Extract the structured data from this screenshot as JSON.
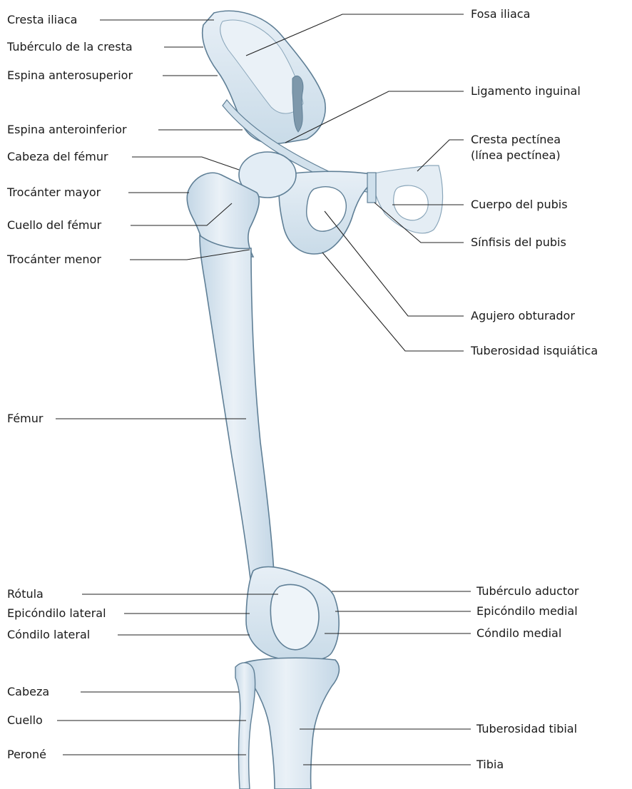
{
  "left_labels": {
    "cresta_iliaca": "Cresta iliaca",
    "tuberculo_cresta": "Tubérculo de la cresta",
    "espina_anterosuperior": "Espina anterosuperior",
    "espina_anteroinferior": "Espina anteroinferior",
    "cabeza_femur": "Cabeza del fémur",
    "trocanter_mayor": "Trocánter mayor",
    "cuello_femur": "Cuello del fémur",
    "trocanter_menor": "Trocánter menor",
    "femur": "Fémur",
    "rotula": "Rótula",
    "epicondilo_lateral": "Epicóndilo lateral",
    "condilo_lateral": "Cóndilo lateral",
    "cabeza": "Cabeza",
    "cuello": "Cuello",
    "perone": "Peroné"
  },
  "right_labels": {
    "fosa_iliaca": "Fosa iliaca",
    "ligamento_inguinal": "Ligamento inguinal",
    "cresta_pectinea_1": "Cresta pectínea",
    "cresta_pectinea_2": "(línea pectínea)",
    "cuerpo_pubis": "Cuerpo del pubis",
    "sinfisis_pubis": "Sínfisis del pubis",
    "agujero_obturador": "Agujero obturador",
    "tuberosidad_isquiatica": "Tuberosidad isquiática",
    "tuberculo_aductor": "Tubérculo aductor",
    "epicondilo_medial": "Epicóndilo medial",
    "condilo_medial": "Cóndilo medial",
    "tuberosidad_tibial": "Tuberosidad tibial",
    "tibia": "Tibia"
  },
  "colors": {
    "bone_fill": "#dfeaf3",
    "bone_shade": "#b9cfe0",
    "bone_outline": "#5f7f96",
    "leader_line": "#222222",
    "label_text": "#1a1a1a"
  }
}
